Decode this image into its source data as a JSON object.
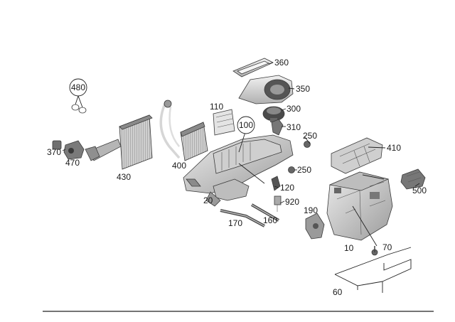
{
  "diagram": {
    "labels": {
      "p10": "10",
      "p20": "20",
      "p60": "60",
      "p70": "70",
      "p100": "100",
      "p110": "110",
      "p120": "120",
      "p160": "160",
      "p170": "170",
      "p190": "190",
      "p250a": "250",
      "p250b": "250",
      "p300": "300",
      "p310": "310",
      "p350": "350",
      "p360": "360",
      "p370": "370",
      "p400": "400",
      "p410": "410",
      "p430": "430",
      "p470": "470",
      "p480": "480",
      "p500": "500",
      "p920": "920"
    },
    "colors": {
      "part_fill": "#d9d9d9",
      "part_dark": "#8a8a8a",
      "outline": "#3a3a3a",
      "label": "#1a1a1a"
    }
  }
}
